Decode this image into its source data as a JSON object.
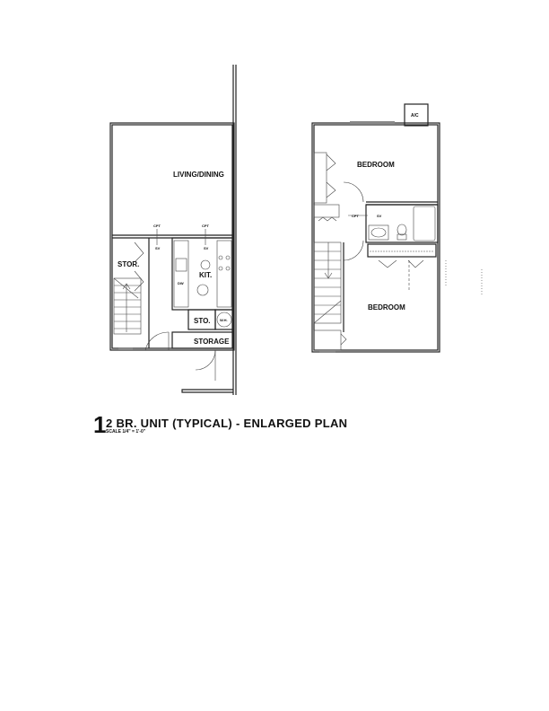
{
  "drawing": {
    "number": "1",
    "title": "2 BR. UNIT (TYPICAL) - ENLARGED PLAN",
    "scale": "SCALE 1/4\" = 1'-0\""
  },
  "first_floor": {
    "living": "LIVING/DINING",
    "cpt": "CPT",
    "sv": "SV",
    "stor": "STOR.",
    "kit": "KIT.",
    "dw": "DW",
    "sto": "STO.",
    "wh": "W.H.",
    "storage": "STORAGE"
  },
  "second_floor": {
    "bedroom1": "BEDROOM",
    "bedroom2": "BEDROOM",
    "ac": "A/C",
    "cpt": "CPT",
    "sv": "SV"
  }
}
